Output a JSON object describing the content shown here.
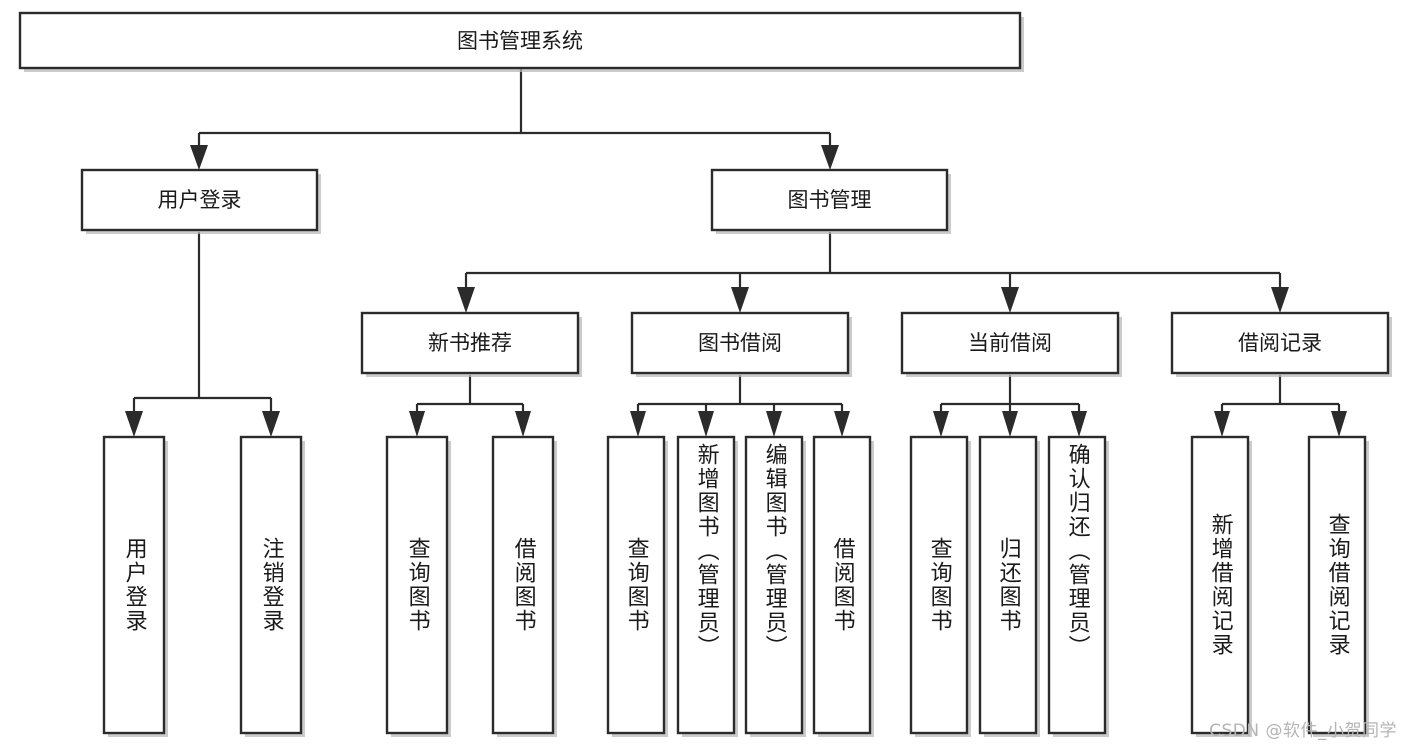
{
  "diagram": {
    "type": "tree-hierarchy",
    "title": "图书管理系统",
    "orientation": "top-down",
    "root": {
      "id": "root",
      "label": "图书管理系统"
    },
    "level2": [
      {
        "id": "user-login",
        "label": "用户登录"
      },
      {
        "id": "book-manage",
        "label": "图书管理"
      }
    ],
    "level3": [
      {
        "id": "new-book-rec",
        "label": "新书推荐",
        "parent": "book-manage"
      },
      {
        "id": "book-borrow",
        "label": "图书借阅",
        "parent": "book-manage"
      },
      {
        "id": "current-borrow",
        "label": "当前借阅",
        "parent": "book-manage"
      },
      {
        "id": "borrow-record",
        "label": "借阅记录",
        "parent": "book-manage"
      }
    ],
    "leaves": [
      {
        "id": "leaf-user-login",
        "label": "用户登录",
        "parent": "user-login"
      },
      {
        "id": "leaf-logout",
        "label": "注销登录",
        "parent": "user-login"
      },
      {
        "id": "leaf-query-book-1",
        "label": "查询图书",
        "parent": "new-book-rec"
      },
      {
        "id": "leaf-borrow-book-1",
        "label": "借阅图书",
        "parent": "new-book-rec"
      },
      {
        "id": "leaf-query-book-2",
        "label": "查询图书",
        "parent": "book-borrow"
      },
      {
        "id": "leaf-add-book",
        "label": "新增图书（管理员）",
        "parent": "book-borrow"
      },
      {
        "id": "leaf-edit-book",
        "label": "编辑图书（管理员）",
        "parent": "book-borrow"
      },
      {
        "id": "leaf-borrow-book-2",
        "label": "借阅图书",
        "parent": "book-borrow"
      },
      {
        "id": "leaf-query-book-3",
        "label": "查询图书",
        "parent": "current-borrow"
      },
      {
        "id": "leaf-return-book",
        "label": "归还图书",
        "parent": "current-borrow"
      },
      {
        "id": "leaf-confirm-return",
        "label": "确认归还（管理员）",
        "parent": "current-borrow"
      },
      {
        "id": "leaf-add-record",
        "label": "新增借阅记录",
        "parent": "borrow-record"
      },
      {
        "id": "leaf-query-record",
        "label": "查询借阅记录",
        "parent": "borrow-record"
      }
    ],
    "colors": {
      "box_border": "#2b2b2b",
      "box_fill": "#ffffff",
      "line": "#2b2b2b",
      "text": "#1a1a1a",
      "background": "#ffffff",
      "watermark": "#b4b4b4"
    }
  },
  "watermark": {
    "text": "CSDN @软件_小贺同学"
  }
}
